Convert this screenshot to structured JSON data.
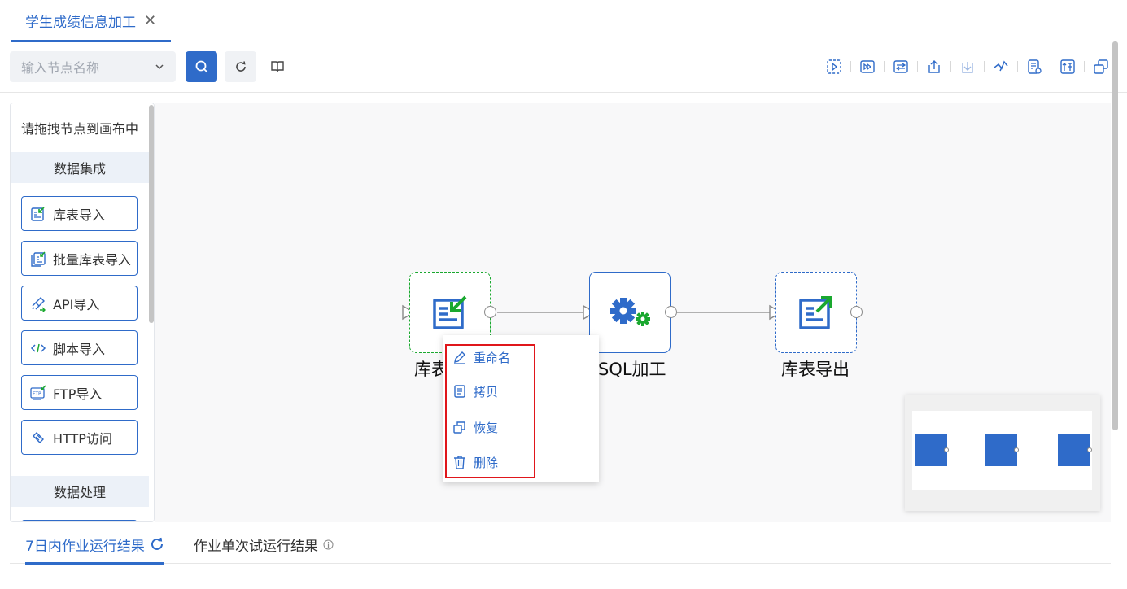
{
  "tab": {
    "title": "学生成绩信息加工",
    "close_glyph": "✕"
  },
  "toolbar": {
    "search_placeholder": "输入节点名称",
    "tools": [
      "select-frame-icon",
      "run-icon",
      "adjust-icon",
      "export-icon",
      "import-icon",
      "layout-icon",
      "log-icon",
      "fill-icon",
      "copy-window-icon"
    ]
  },
  "palette": {
    "hint": "请拖拽节点到画布中",
    "section_integration": "数据集成",
    "section_processing": "数据处理",
    "items": [
      {
        "label": "库表导入",
        "icon": "table-import-icon"
      },
      {
        "label": "批量库表导入",
        "icon": "batch-import-icon"
      },
      {
        "label": "API导入",
        "icon": "api-icon"
      },
      {
        "label": "脚本导入",
        "icon": "code-icon"
      },
      {
        "label": "FTP导入",
        "icon": "ftp-icon"
      },
      {
        "label": "HTTP访问",
        "icon": "http-icon"
      }
    ]
  },
  "canvas": {
    "nodes": [
      {
        "label": "库表导入",
        "visible_label": "库表",
        "icon": "table-import-icon",
        "status": "dashed-green"
      },
      {
        "label": "SQL加工",
        "icon": "gears-icon",
        "status": "solid-blue"
      },
      {
        "label": "库表导出",
        "icon": "table-export-icon",
        "status": "dashed-blue"
      }
    ]
  },
  "context_menu": {
    "items": [
      {
        "label": "重命名",
        "icon": "pencil-icon"
      },
      {
        "label": "拷贝",
        "icon": "document-icon"
      },
      {
        "label": "恢复",
        "icon": "restore-icon"
      },
      {
        "label": "删除",
        "icon": "trash-icon"
      }
    ]
  },
  "bottom_tabs": {
    "tab1": "7日内作业运行结果",
    "tab2": "作业单次试运行结果"
  },
  "colors": {
    "accent": "#2f6bc9",
    "green": "#1aa82f",
    "highlight": "#e0161b"
  }
}
